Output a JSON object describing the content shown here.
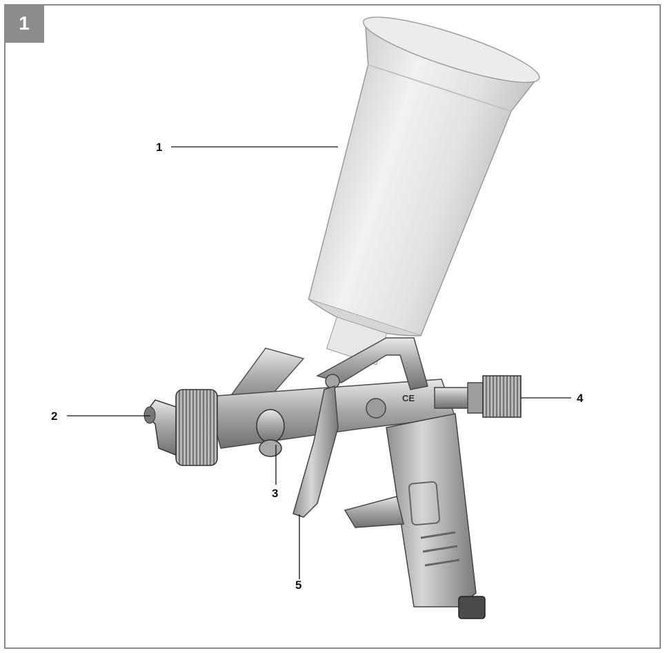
{
  "figure": {
    "number": "1"
  },
  "callouts": [
    {
      "id": "1",
      "label": "1",
      "part": "paint-cup"
    },
    {
      "id": "2",
      "label": "2",
      "part": "nozzle"
    },
    {
      "id": "3",
      "label": "3",
      "part": "adjustment-knob"
    },
    {
      "id": "4",
      "label": "4",
      "part": "regulator-screw"
    },
    {
      "id": "5",
      "label": "5",
      "part": "trigger"
    }
  ],
  "marks": {
    "ce": "CE"
  },
  "colors": {
    "frame": "#8a8a8a",
    "badge": "#8c8c8c",
    "metal": "#bdbdbd",
    "cup": "#e4e4e4"
  }
}
